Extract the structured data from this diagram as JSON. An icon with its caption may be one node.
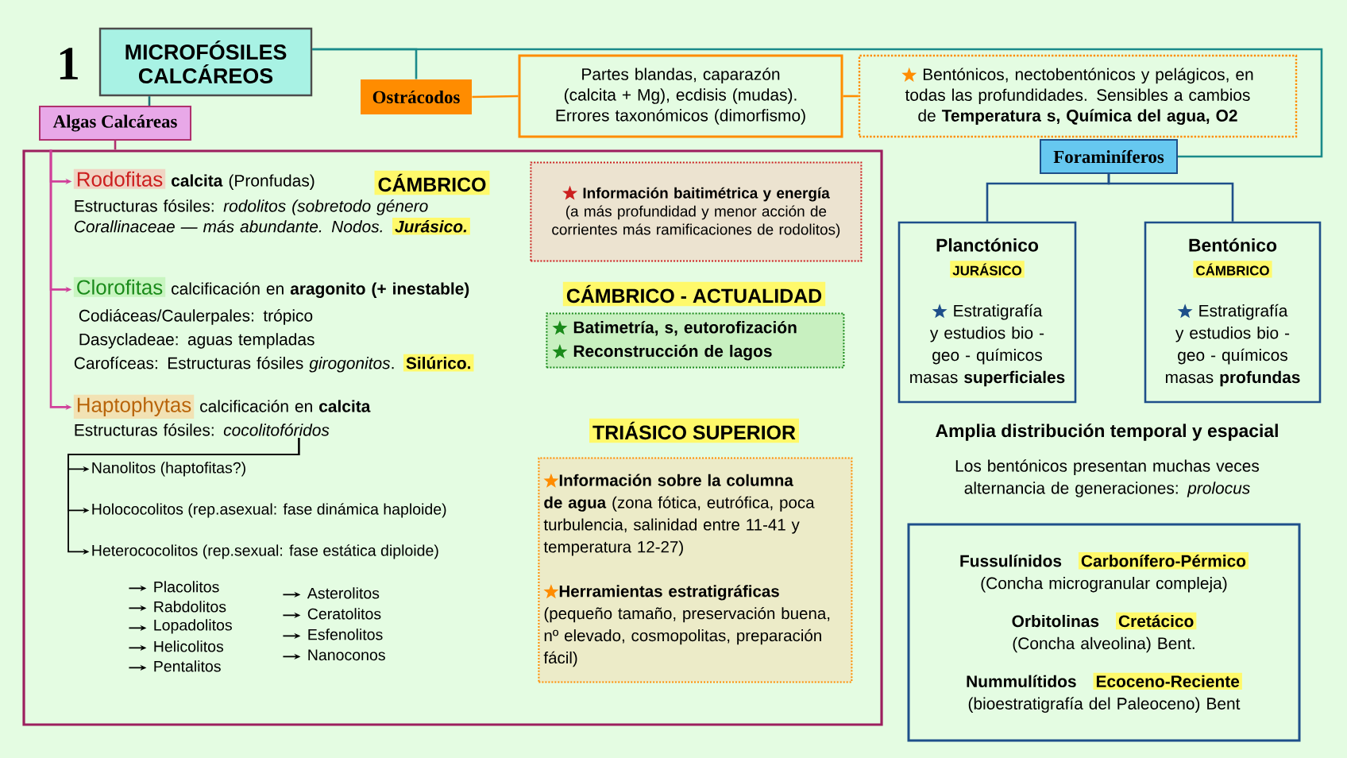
{
  "diagram": {
    "nodes": [
      {
        "text": [
          "MICROFÓSILES CALCÁREOS"
        ]
      },
      {
        "text": [
          "Ostrácodos"
        ]
      },
      {
        "text": [
          "Partes blandas, caparazón (calcita + Mg), ecdisis (mudas). Errores taxonómicos (dimorfismo)"
        ]
      },
      {
        "text": [
          "Bentónicos, nectobentónicos y pelágicos, en todas las profundidades. Sensibles a cambios de **Temperatura s, Química del agua, O2**"
        ]
      },
      {
        "text": [
          "Foraminíferos"
        ]
      },
      {
        "text": [
          "Planctónico",
          "JURÁSICO",
          "Estratigrafía y estudios bio - geo - químicos masas **superficiales**"
        ]
      },
      {
        "text": [
          "Bentónico",
          "CÁMBRICO",
          "Estratigrafía y estudios bio - geo - químicos masas **profundas**"
        ]
      },
      {
        "text": [
          "Algas Calcáreas"
        ]
      },
      {
        "text": [],
        "shape": "box"
      },
      {
        "text": [
          "Rodofitas",
          "**calcita** (Pronfudas)",
          "Estructuras fósiles: *rodolitos (sobretodo género Corallinaceae — más abundante. Nodos.*",
          "Jurásico."
        ],
        "in": 8
      },
      {
        "text": [
          "**Información baitimétrica y energía** (a más profundidad y menor acción de corrientes más ramificaciones de rodolitos)"
        ],
        "in": 8
      },
      {
        "text": [
          "Clorofitas",
          "calcificación en **aragonito (+ inestable)**",
          "Codiáceas/Caulerpales: trópico",
          "Dasycladeae: aguas templadas",
          "Carofíceas: Estructuras fósiles *girogonitos*.",
          "Silúrico."
        ],
        "in": 8
      },
      {
        "text": [
          "Batimetría, s, eutorofización",
          "Reconstrucción de lagos"
        ],
        "in": 8
      },
      {
        "text": [
          "Haptophytas",
          "calcificación en **calcita**",
          "Estructuras fósiles: *cocolitofóridos*"
        ],
        "in": 8
      },
      {
        "text": [
          "Nanolitos (haptofitas?)"
        ],
        "in": 8
      },
      {
        "text": [
          "Holococolitos (rep.asexual: fase dinámica haploide)"
        ],
        "in": 8
      },
      {
        "text": [
          "Heterococolitos (rep.sexual: fase estática diploide)"
        ],
        "in": 8
      },
      {
        "text": [
          "Placolitos"
        ],
        "in": 8
      },
      {
        "text": [
          "Rabdolitos"
        ],
        "in": 8
      },
      {
        "text": [
          "Lopadolitos"
        ],
        "in": 8
      },
      {
        "text": [
          "Helicolitos"
        ],
        "in": 8
      },
      {
        "text": [
          "Pentalitos"
        ],
        "in": 8
      },
      {
        "text": [
          "Asterolitos"
        ],
        "in": 8
      },
      {
        "text": [
          "Ceratolitos"
        ],
        "in": 8
      },
      {
        "text": [
          "Esfenolitos"
        ],
        "in": 8
      },
      {
        "text": [
          "Nanoconos"
        ],
        "in": 8
      },
      {
        "text": [
          "**Información sobre la columna de agua** (zona fótica, eutrófica, poca turbulencia, salinidad entre 11-41 y temperatura 12-27)",
          "**Herramientas estratigráficas** (pequeño tamaño, preservación buena, nº elevado, cosmopolitas, preparación fácil)"
        ],
        "in": 8
      },
      {
        "text": [
          "Fussulínidos",
          "Carbonífero-Pérmico",
          "(Concha microgranular compleja)",
          "Orbitolinas",
          "Cretácico",
          "(Concha alveolina) Bent.",
          "Nummulítidos",
          "Ecoceno-Reciente",
          "(bioestratigrafía del Paleoceno) Bent"
        ]
      }
    ],
    "edges": [
      {
        "from": 0,
        "to": 7,
        "arrow": "none",
        "color": "#1f6f78"
      },
      {
        "from": 0,
        "to": 1,
        "arrow": "none",
        "color": "#1a8a8a"
      },
      {
        "from": 0,
        "to": 4,
        "arrow": "none",
        "color": "#1a8a8a"
      },
      {
        "from": 1,
        "to": 2,
        "arrow": "none",
        "color": "#ff8c00"
      },
      {
        "from": 2,
        "to": 3,
        "arrow": "none",
        "color": "#ff8c00"
      },
      {
        "from": 4,
        "to": 5,
        "arrow": "none",
        "color": "#1e4f8a"
      },
      {
        "from": 4,
        "to": 6,
        "arrow": "none",
        "color": "#1e4f8a"
      },
      {
        "from": 7,
        "to": 8,
        "arrow": "none",
        "color": "#b0306e"
      },
      {
        "from": 8,
        "to": 9,
        "arrow": "to",
        "color": "#d0409a"
      },
      {
        "from": 8,
        "to": 11,
        "arrow": "to",
        "color": "#d0409a"
      },
      {
        "from": 8,
        "to": 13,
        "arrow": "to",
        "color": "#d0409a"
      },
      {
        "from": 13,
        "to": 14,
        "arrow": "to"
      },
      {
        "from": 13,
        "to": 15,
        "arrow": "to"
      },
      {
        "from": 13,
        "to": 16,
        "arrow": "to"
      },
      {
        "from": null,
        "to": 17,
        "arrow": "to"
      },
      {
        "from": null,
        "to": 18,
        "arrow": "to"
      },
      {
        "from": null,
        "to": 19,
        "arrow": "to"
      },
      {
        "from": null,
        "to": 20,
        "arrow": "to"
      },
      {
        "from": null,
        "to": 21,
        "arrow": "to"
      },
      {
        "from": null,
        "to": 22,
        "arrow": "to"
      },
      {
        "from": null,
        "to": 23,
        "arrow": "to"
      },
      {
        "from": null,
        "to": 24,
        "arrow": "to"
      },
      {
        "from": null,
        "to": 25,
        "arrow": "to"
      }
    ],
    "labels": [
      "1",
      "CÁMBRICO",
      "CÁMBRICO - ACTUALIDAD",
      "TRIÁSICO SUPERIOR",
      "Amplia distribución temporal y espacial",
      "Los bentónicos presentan muchas veces alternancia de generaciones: *prolocus*"
    ]
  }
}
